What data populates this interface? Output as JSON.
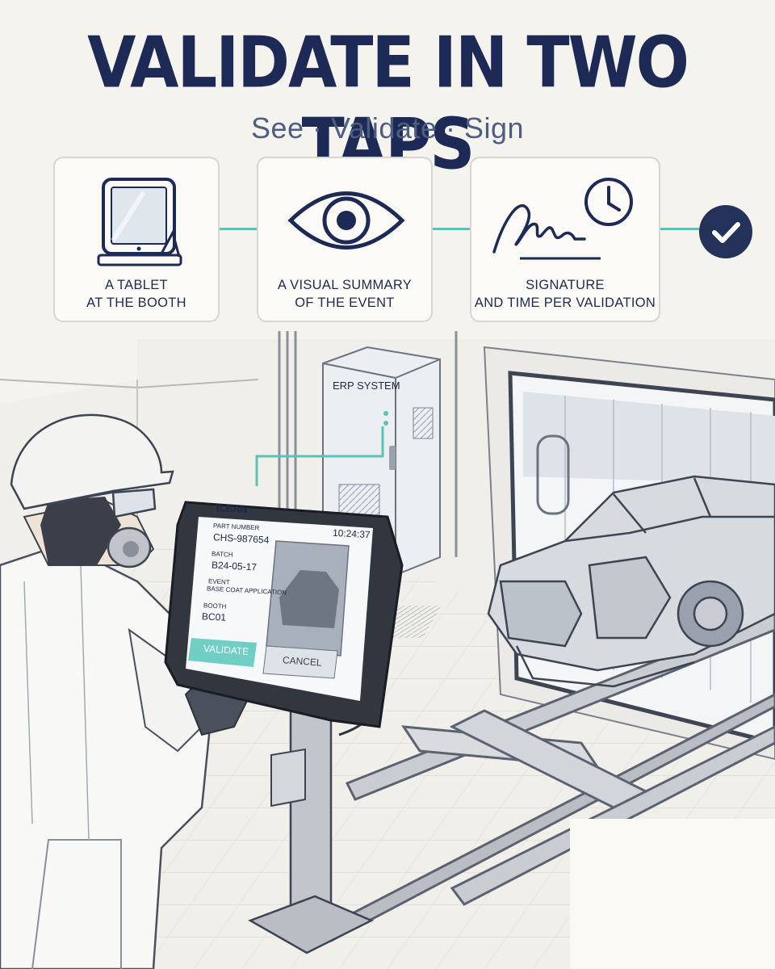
{
  "header": {
    "title": "VALIDATE IN TWO TAPS",
    "subtitle": "See · Validate · Sign"
  },
  "steps": [
    {
      "line1": "A TABLET",
      "line2": "AT THE BOOTH",
      "icon": "tablet-icon"
    },
    {
      "line1": "A VISUAL SUMMARY",
      "line2": "OF THE EVENT",
      "icon": "eye-icon"
    },
    {
      "line1": "SIGNATURE",
      "line2": "AND TIME PER VALIDATION",
      "icon": "signature-clock-icon"
    }
  ],
  "completion_icon": "checkmark-icon",
  "scene": {
    "erp_label": "ERP SYSTEM",
    "tablet": {
      "brand": "iLEAN",
      "time": "10:24:37",
      "part_label": "PART NUMBER",
      "part_value": "CHS-987654",
      "batch_label": "BATCH",
      "batch_value": "B24-05-17",
      "event_label": "EVENT",
      "event_value": "BASE COAT APPLICATION",
      "booth_label": "BOOTH",
      "booth_value": "BC01",
      "validate_label": "VALIDATE",
      "cancel_label": "CANCEL"
    }
  },
  "colors": {
    "navy": "#1c2a55",
    "teal": "#5cc1b9",
    "background": "#f5f3ee"
  }
}
